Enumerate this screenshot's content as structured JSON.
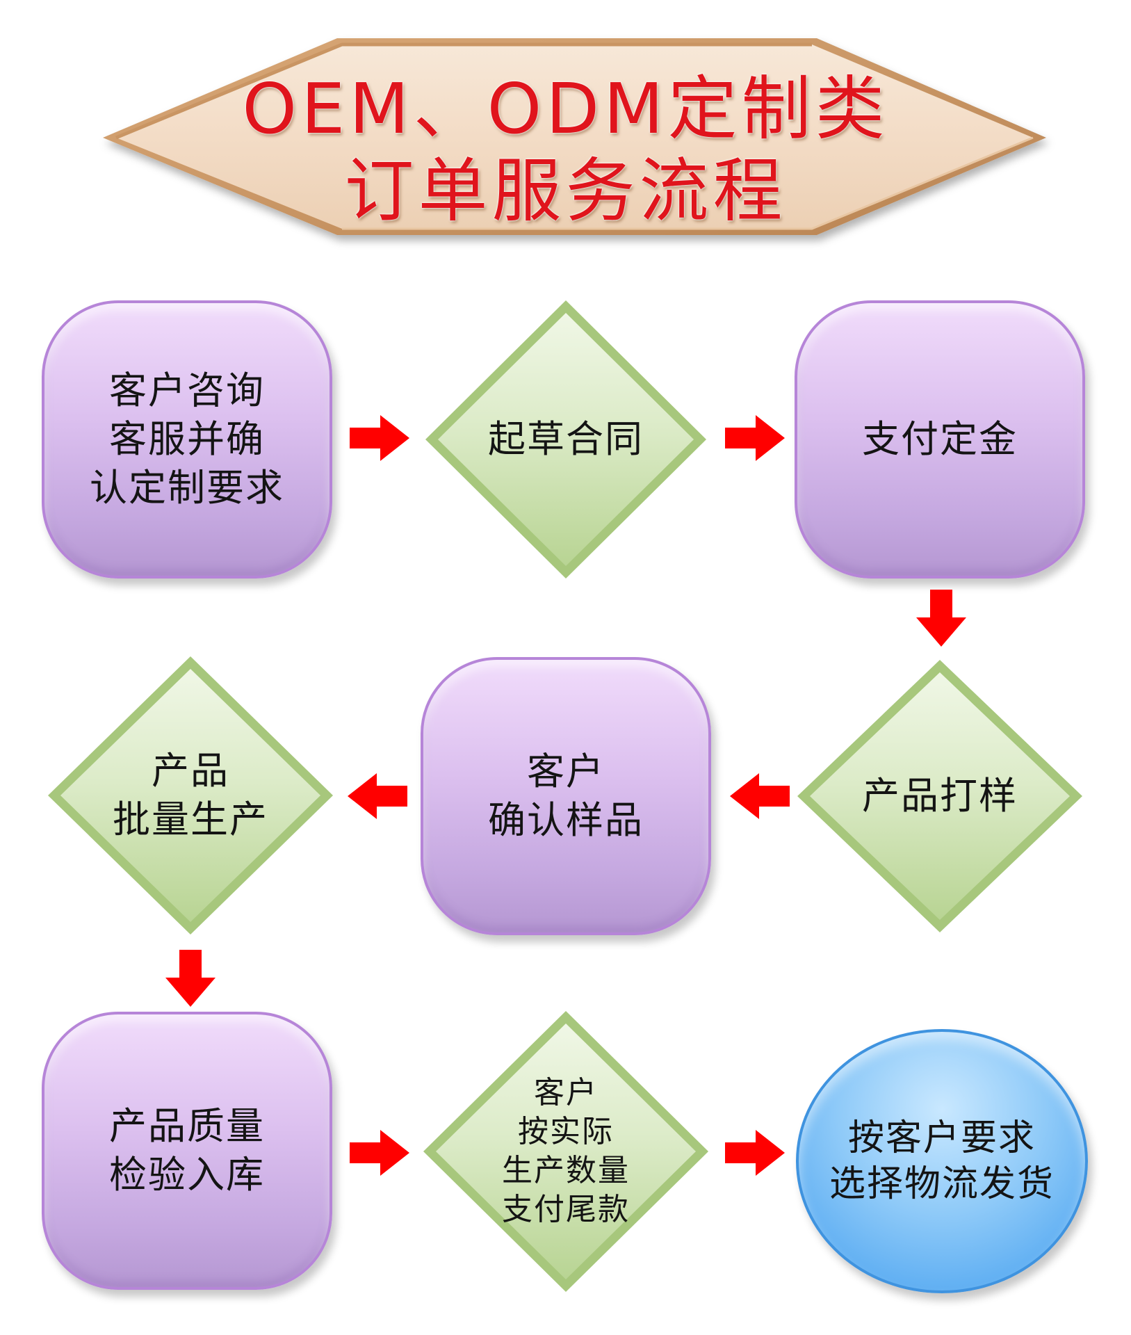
{
  "title": {
    "line1": "OEM、ODM定制类",
    "line2": "订单服务流程"
  },
  "colors": {
    "title_text": "#e0141c",
    "banner_fill": "#f3dfca",
    "rounded_node": "#d6b8ec",
    "diamond_node": "#c8dea7",
    "circle_node": "#6cb8f4",
    "arrow": "#ff0000"
  },
  "steps": [
    {
      "label": "客户咨询\n客服并确\n认定制要求",
      "shape": "rounded"
    },
    {
      "label": "起草合同",
      "shape": "diamond"
    },
    {
      "label": "支付定金",
      "shape": "rounded"
    },
    {
      "label": "产品打样",
      "shape": "diamond"
    },
    {
      "label": "客户\n确认样品",
      "shape": "rounded"
    },
    {
      "label": "产品\n批量生产",
      "shape": "diamond"
    },
    {
      "label": "产品质量\n检验入库",
      "shape": "rounded"
    },
    {
      "label": "客户\n按实际\n生产数量\n支付尾款",
      "shape": "diamond"
    },
    {
      "label": "按客户要求\n选择物流发货",
      "shape": "circle"
    }
  ],
  "arrows": [
    {
      "from": 0,
      "to": 1,
      "direction": "right"
    },
    {
      "from": 1,
      "to": 2,
      "direction": "right"
    },
    {
      "from": 2,
      "to": 3,
      "direction": "down"
    },
    {
      "from": 3,
      "to": 4,
      "direction": "left"
    },
    {
      "from": 4,
      "to": 5,
      "direction": "left"
    },
    {
      "from": 5,
      "to": 6,
      "direction": "down"
    },
    {
      "from": 6,
      "to": 7,
      "direction": "right"
    },
    {
      "from": 7,
      "to": 8,
      "direction": "right"
    }
  ]
}
